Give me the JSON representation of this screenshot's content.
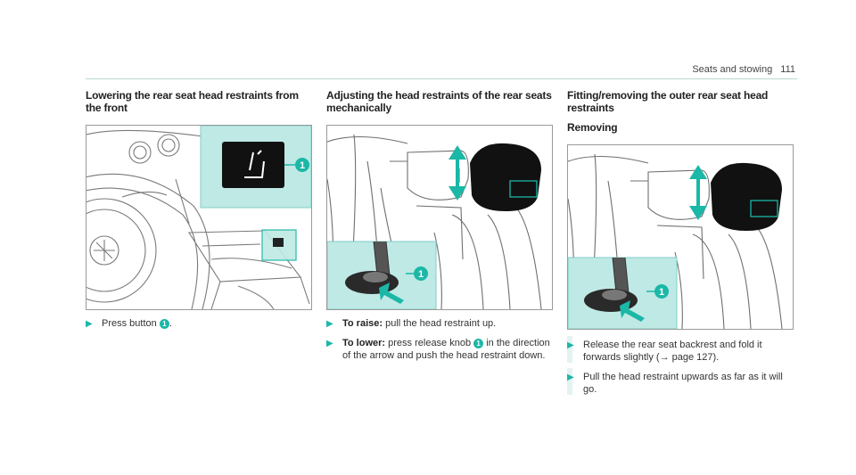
{
  "header": {
    "section": "Seats and stowing",
    "page_number": "111"
  },
  "col1": {
    "heading": "Lowering the rear seat head restraints from the front",
    "callout": "1",
    "step1": {
      "text_before": "Press button",
      "badge": "1",
      "text_after": "."
    }
  },
  "col2": {
    "heading": "Adjusting the head restraints of the rear seats mechanically",
    "callout": "1",
    "step1": {
      "label": "To raise:",
      "text": "pull the head restraint up."
    },
    "step2": {
      "label": "To lower:",
      "text_before": "press release knob",
      "badge": "1",
      "text_after": "in the direction of the arrow and push the head restraint down."
    }
  },
  "col3": {
    "heading": "Fitting/removing the outer rear seat head restraints",
    "subheading": "Removing",
    "callout": "1",
    "step1": {
      "text": "Release the rear seat backrest and fold it forwards slightly (→ page 127)."
    },
    "step2": {
      "text": "Pull the head restraint upwards as far as it will go."
    }
  },
  "colors": {
    "accent": "#1bb7a7",
    "inset": "#bfe9e5",
    "rule": "#b9d8d4"
  }
}
